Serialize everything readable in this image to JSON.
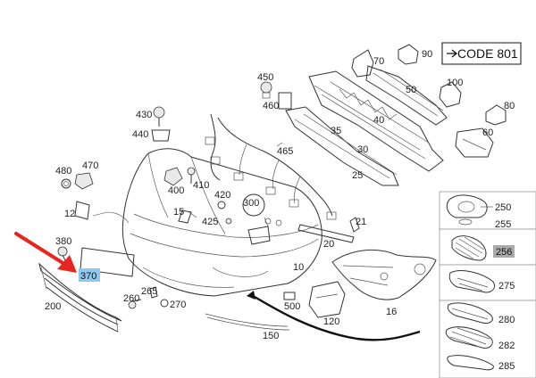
{
  "code_box": {
    "text": "CODE 801"
  },
  "labels": {
    "l10": "10",
    "l12": "12",
    "l15": "15",
    "l16": "16",
    "l20": "20",
    "l21": "21",
    "l25": "25",
    "l30": "30",
    "l35": "35",
    "l40": "40",
    "l50": "50",
    "l60": "60",
    "l70": "70",
    "l80": "80",
    "l90": "90",
    "l100": "100",
    "l120": "120",
    "l150": "150",
    "l200": "200",
    "l250": "250",
    "l255": "255",
    "l256": "256",
    "l260": "260",
    "l265": "265",
    "l270": "270",
    "l275": "275",
    "l280": "280",
    "l282": "282",
    "l285": "285",
    "l300": "300",
    "l370": "370",
    "l380": "380",
    "l400": "400",
    "l410": "410",
    "l420": "420",
    "l425": "425",
    "l430": "430",
    "l440": "440",
    "l450": "450",
    "l460": "460",
    "l465": "465",
    "l470": "470",
    "l480": "480",
    "l500": "500"
  },
  "colors": {
    "arrow": "#e8251f",
    "highlight_370": "#8fc8ef",
    "highlight_256": "#a9a9a9"
  }
}
